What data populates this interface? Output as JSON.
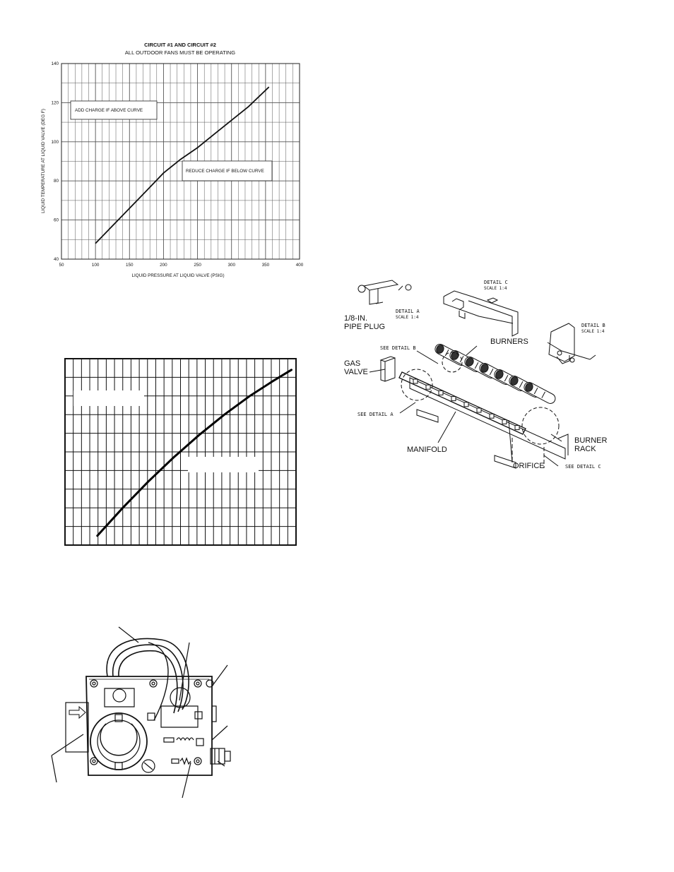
{
  "chart_data": [
    {
      "type": "line",
      "title": "CIRCUIT #1 AND CIRCUIT #2",
      "subtitle": "ALL OUTDOOR FANS MUST BE OPERATING",
      "xlabel": "LIQUID PRESSURE AT LIQUID VALVE (PSIG)",
      "ylabel": "LIQUID TEMPERATURE AT LIQUID VALVE (DEG F)",
      "xlim": [
        50,
        400
      ],
      "ylim": [
        40,
        140
      ],
      "xticks": [
        "50",
        "100",
        "150",
        "200",
        "250",
        "300",
        "350",
        "400"
      ],
      "yticks": [
        "40",
        "60",
        "80",
        "100",
        "120",
        "140"
      ],
      "grid": true,
      "annotations": [
        "ADD CHARGE IF ABOVE CURVE",
        "REDUCE CHARGE IF BELOW CURVE"
      ],
      "series": [
        {
          "x": [
            100,
            125,
            150,
            175,
            200,
            225,
            250,
            275,
            300,
            325,
            355
          ],
          "y": [
            48,
            57,
            66,
            75,
            84,
            91,
            97,
            104,
            111,
            118,
            128
          ]
        }
      ]
    },
    {
      "type": "line",
      "grid": true,
      "series": [
        {
          "x": [
            0.14,
            0.25,
            0.36,
            0.47,
            0.58,
            0.69,
            0.8,
            0.9,
            0.98
          ],
          "y": [
            0.05,
            0.2,
            0.34,
            0.47,
            0.59,
            0.7,
            0.8,
            0.88,
            0.94
          ]
        }
      ]
    }
  ],
  "burner_diagram": {
    "labels": {
      "detail_c": "DETAIL C",
      "detail_c_scale": "SCALE 1:4",
      "detail_a": "DETAIL A",
      "detail_a_scale": "SCALE 1:4",
      "detail_b": "DETAIL B",
      "detail_b_scale": "SCALE 1:4",
      "pipe_plug_1": "1/8-IN.",
      "pipe_plug_2": "PIPE PLUG",
      "burners": "BURNERS",
      "see_detail_b": "SEE DETAIL B",
      "gas_valve_1": "GAS",
      "gas_valve_2": "VALVE",
      "see_detail_a": "SEE DETAIL A",
      "manifold": "MANIFOLD",
      "burner_rack_1": "BURNER",
      "burner_rack_2": "RACK",
      "orifice": "ORIFICE",
      "see_detail_c": "SEE DETAIL C"
    }
  }
}
